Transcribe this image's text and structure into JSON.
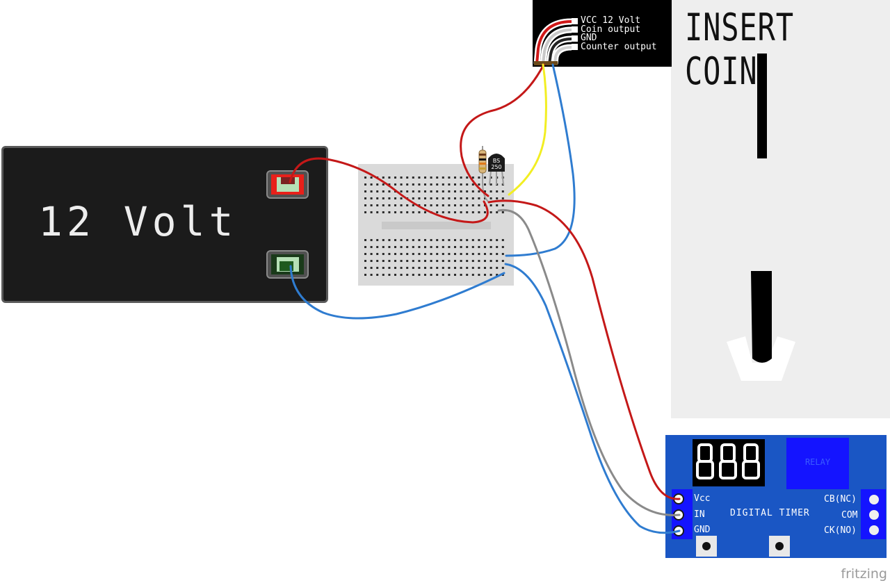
{
  "battery": {
    "label": "12 Volt"
  },
  "coin_acceptor": {
    "title": "INSERT COIN",
    "pins": [
      "VCC 12 Volt",
      "Coin output",
      "GND",
      "Counter output"
    ]
  },
  "transistor": {
    "label_line1": "BS",
    "label_line2": "250"
  },
  "timer": {
    "title": "DIGITAL TIMER",
    "relay_label": "RELAY",
    "left_pins": [
      "Vcc",
      "IN",
      "GND"
    ],
    "right_pins": [
      "CB(NC)",
      "COM",
      "CK(NO)"
    ]
  },
  "watermark": "fritzing",
  "colors": {
    "wire_red": "#c41818",
    "wire_blue": "#2f7cd0",
    "wire_yellow": "#f2ee22",
    "wire_gray": "#8a8a8a",
    "board_blue": "#1a56c4",
    "relay_blue": "#1414ff"
  }
}
